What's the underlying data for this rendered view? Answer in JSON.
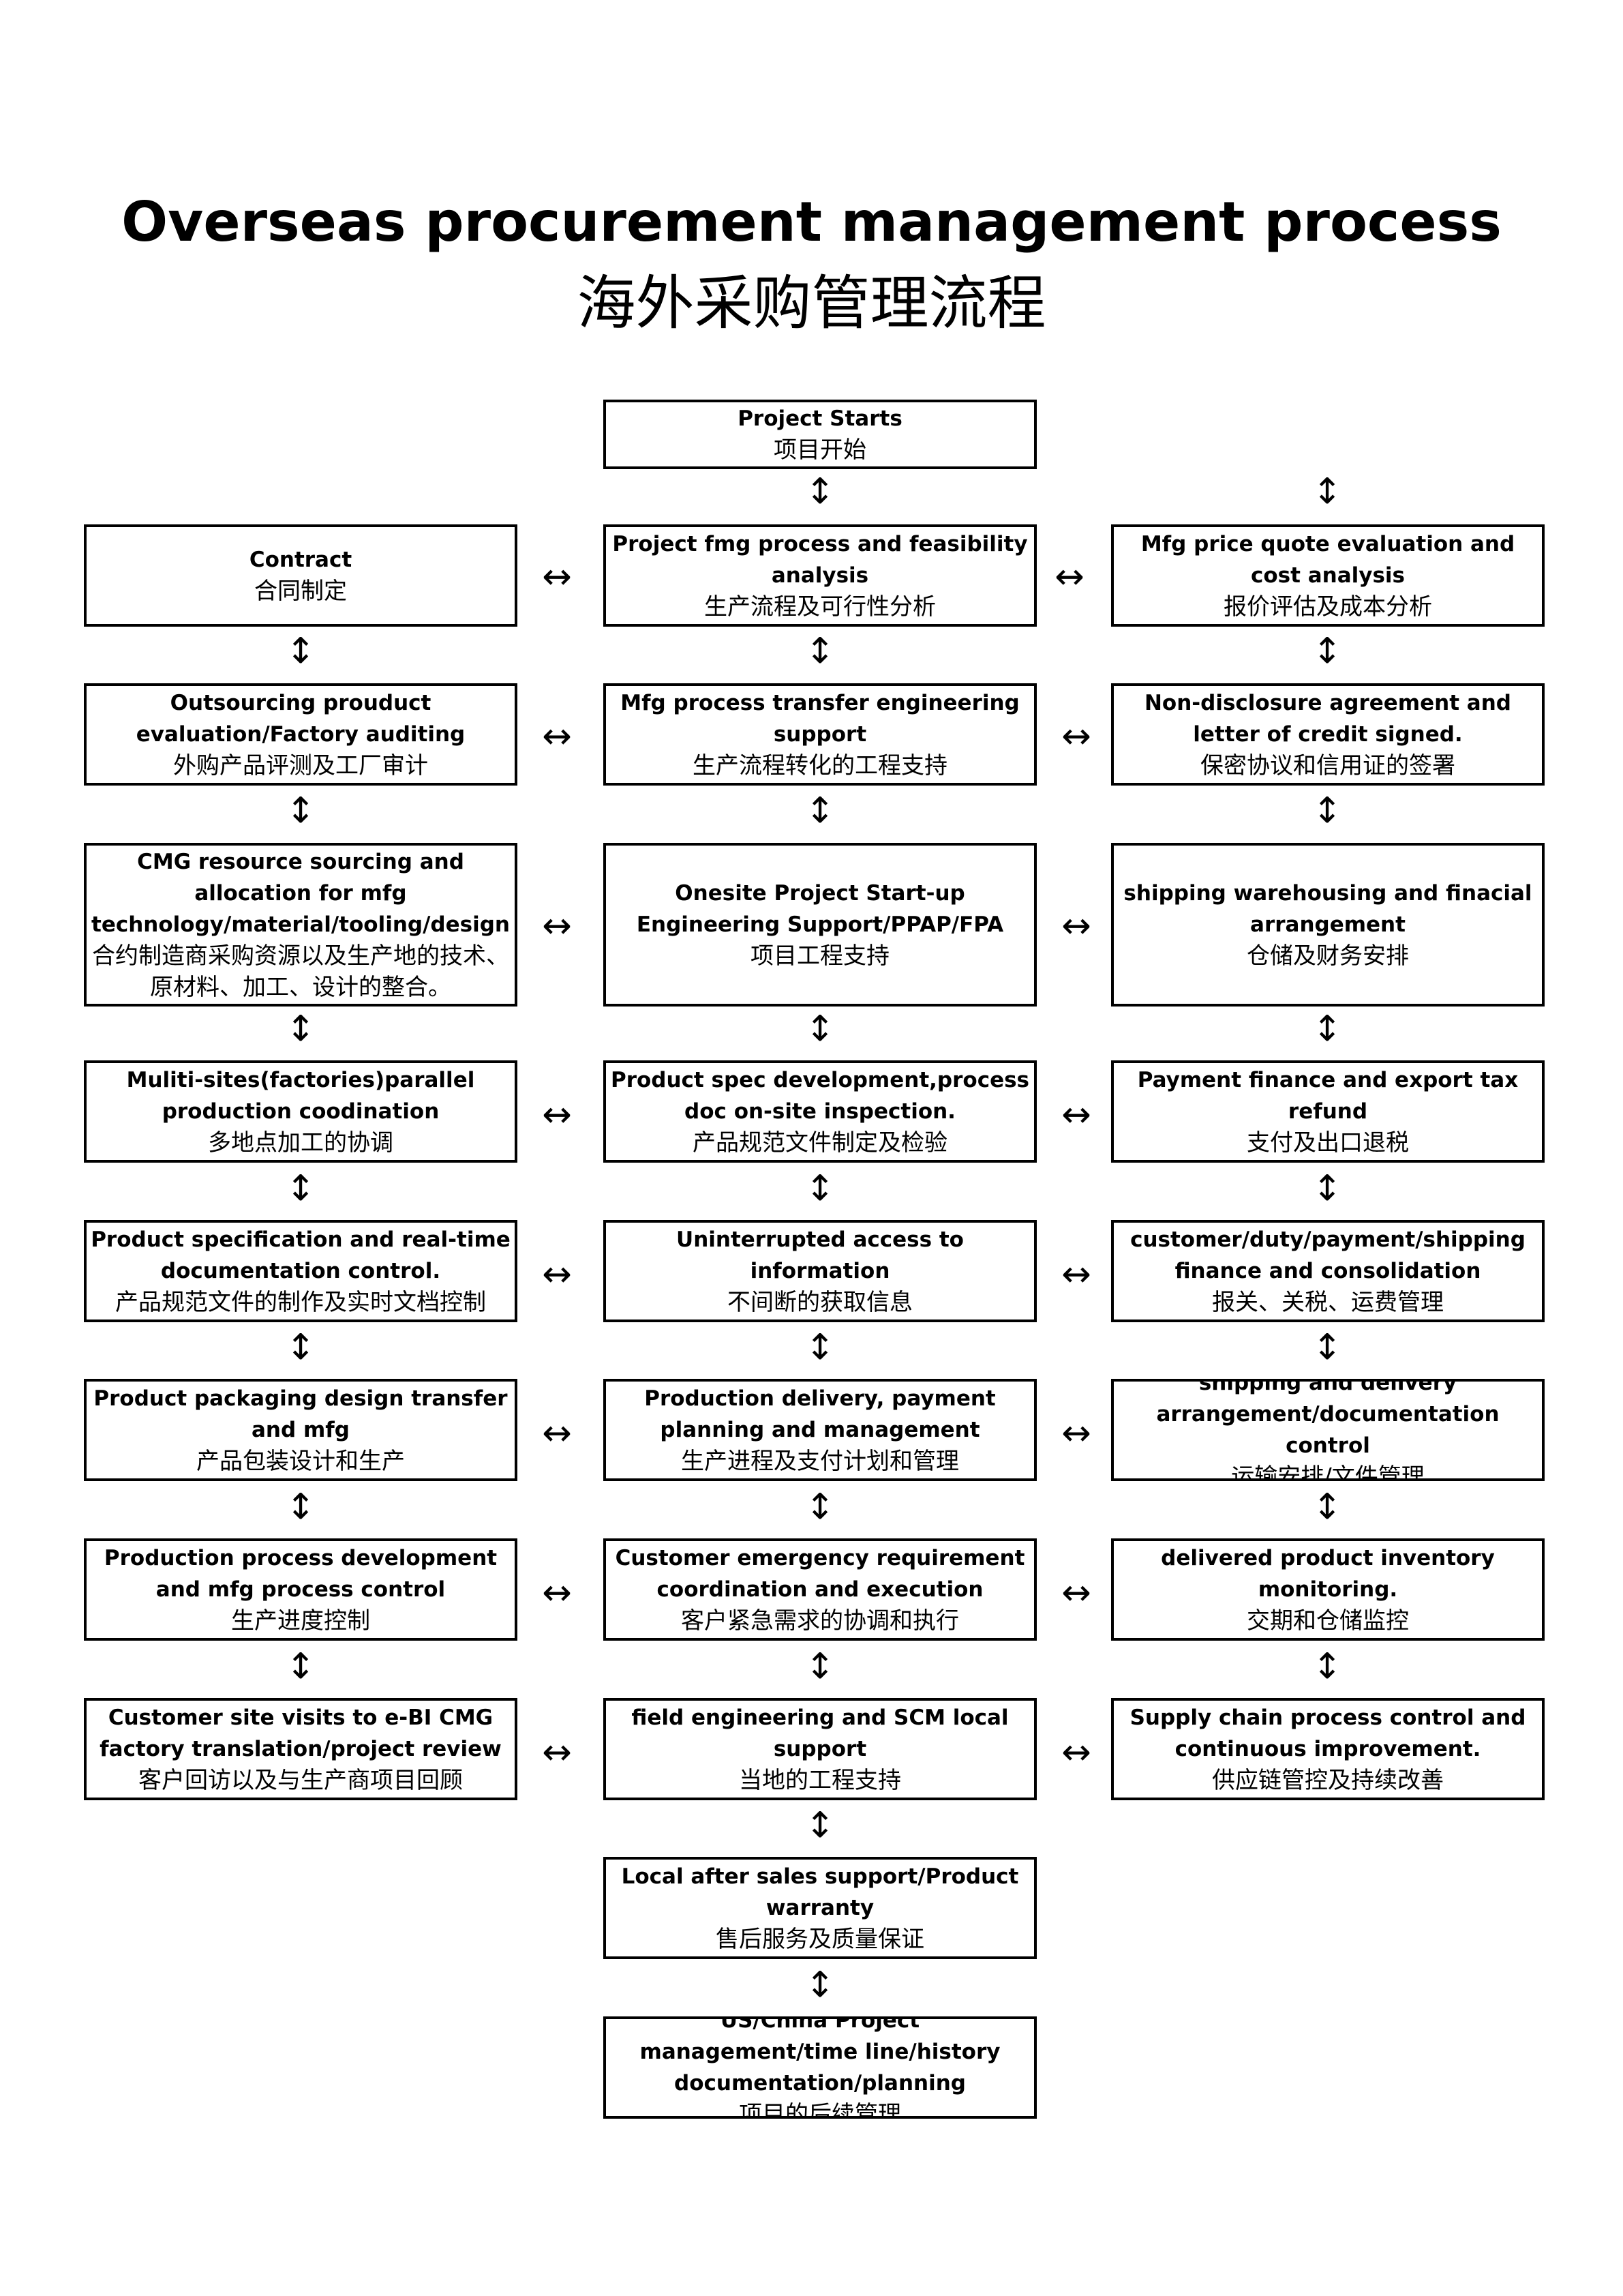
{
  "title_en": "Overseas procurement management process",
  "title_zh": "海外采购管理流程",
  "arrows": {
    "vertical": "↕",
    "horizontal": "↔"
  },
  "boxes": {
    "project_starts": {
      "en": "Project Starts",
      "zh": "项目开始"
    },
    "l1": {
      "en": "Contract",
      "zh": "合同制定"
    },
    "c1": {
      "en": "Project fmg process and feasibility analysis",
      "zh": "生产流程及可行性分析"
    },
    "r1": {
      "en": "Mfg price quote evaluation and cost analysis",
      "zh": "报价评估及成本分析"
    },
    "l2": {
      "en": "Outsourcing prouduct evaluation/Factory auditing",
      "zh": "外购产品评测及工厂审计"
    },
    "c2": {
      "en": "Mfg process transfer engineering support",
      "zh": "生产流程转化的工程支持"
    },
    "r2": {
      "en": "Non-disclosure agreement and letter of credit signed.",
      "zh": "保密协议和信用证的签署"
    },
    "l3": {
      "en": "CMG resource sourcing and allocation for mfg technology/material/tooling/design",
      "zh": "合约制造商采购资源以及生产地的技术、原材料、加工、设计的整合。"
    },
    "c3": {
      "en": "Onesite Project Start-up Engineering Support/PPAP/FPA",
      "zh": "项目工程支持"
    },
    "r3": {
      "en": "shipping warehousing and finacial arrangement",
      "zh": "仓储及财务安排"
    },
    "l4": {
      "en": "Muliti-sites(factories)parallel production coodination",
      "zh": "多地点加工的协调"
    },
    "c4": {
      "en": "Product spec development,process doc on-site inspection.",
      "zh": "产品规范文件制定及检验"
    },
    "r4": {
      "en": "Payment finance and export tax refund",
      "zh": "支付及出口退税"
    },
    "l5": {
      "en": "Product specification and real-time documentation control.",
      "zh": "产品规范文件的制作及实时文档控制"
    },
    "c5": {
      "en": "Uninterrupted access to information",
      "zh": "不间断的获取信息"
    },
    "r5": {
      "en": "customer/duty/payment/shipping finance and consolidation",
      "zh": "报关、关税、运费管理"
    },
    "l6": {
      "en": "Product packaging design transfer and mfg",
      "zh": "产品包装设计和生产"
    },
    "c6": {
      "en": "Production delivery, payment planning and management",
      "zh": "生产进程及支付计划和管理"
    },
    "r6": {
      "en": "shipping and delivery arrangement/documentation control",
      "zh": "运输安排/文件管理"
    },
    "l7": {
      "en": "Production process development  and mfg process control",
      "zh": "生产进度控制"
    },
    "c7": {
      "en": "Customer emergency  requirement coordination and execution",
      "zh": "客户紧急需求的协调和执行"
    },
    "r7": {
      "en": "delivered product inventory monitoring.",
      "zh": "交期和仓储监控"
    },
    "l8": {
      "en": "Customer site visits to e-BI CMG factory translation/project review",
      "zh": "客户回访以及与生产商项目回顾"
    },
    "c8": {
      "en": "field engineering and SCM local support",
      "zh": "当地的工程支持"
    },
    "r8": {
      "en": "Supply chain process control and continuous improvement.",
      "zh": "供应链管控及持续改善"
    },
    "c9": {
      "en": "Local after sales support/Product warranty",
      "zh": "售后服务及质量保证"
    },
    "c10": {
      "en": "US/China Project management/time line/history documentation/planning",
      "zh": "项目的后续管理"
    }
  }
}
